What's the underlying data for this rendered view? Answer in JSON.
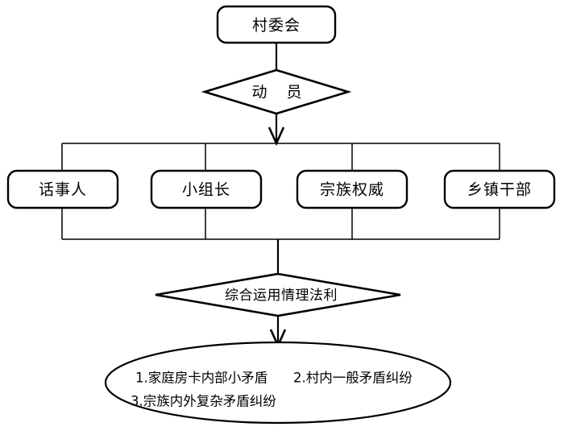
{
  "diagram": {
    "title_node": {
      "label": "村委会",
      "shape": "rounded-rectangle"
    },
    "mobilize_node": {
      "label": "动 员",
      "shape": "diamond"
    },
    "actors": [
      {
        "label": "话事人",
        "shape": "rounded-rectangle"
      },
      {
        "label": "小组长",
        "shape": "rounded-rectangle"
      },
      {
        "label": "宗族权威",
        "shape": "rounded-rectangle"
      },
      {
        "label": "乡镇干部",
        "shape": "rounded-rectangle"
      }
    ],
    "method_node": {
      "label": "综合运用情理法利",
      "shape": "diamond"
    },
    "outcome_node": {
      "shape": "ellipse",
      "lines": [
        {
          "left": "1.家庭房卡内部小矛盾",
          "right": "2.村内一般矛盾纠纷"
        },
        {
          "left": "3.宗族内外复杂矛盾纠纷",
          "right": ""
        }
      ]
    },
    "colors": {
      "background": "#ffffff",
      "stroke": "#000000",
      "fill": "#ffffff"
    }
  }
}
